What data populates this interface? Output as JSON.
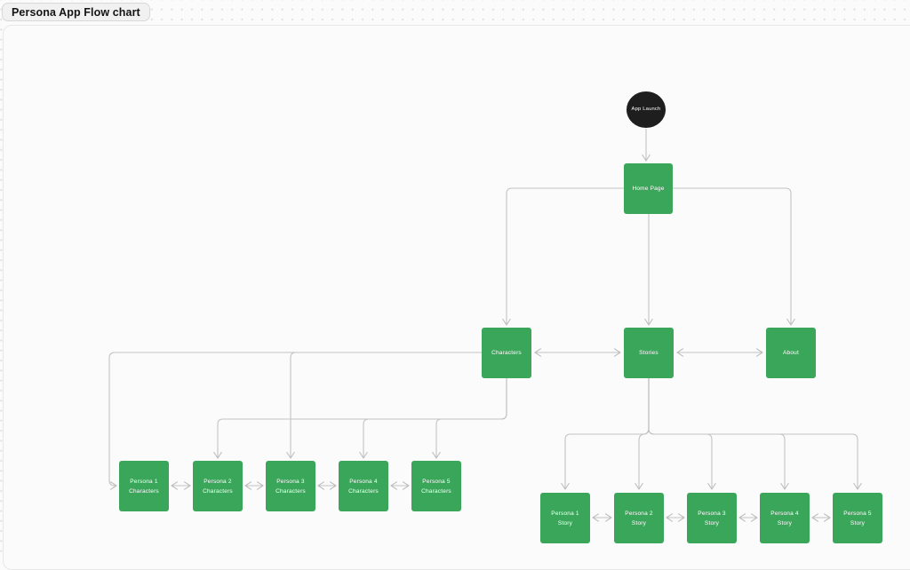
{
  "section": {
    "label": "Persona App Flow chart"
  },
  "colors": {
    "node_green": "#3aa65a",
    "node_black": "#1e1e1e",
    "node_text": "#ffffff",
    "connector_gray": "#bdbdbd",
    "canvas_background": "#fbfbfb",
    "section_border": "#e7e7e7",
    "chip_background": "#f1f1f1"
  },
  "nodes": {
    "app_launch": {
      "label": "App Launch"
    },
    "home_page": {
      "label": "Home Page"
    },
    "characters": {
      "label": "Characters"
    },
    "stories": {
      "label": "Stories"
    },
    "about": {
      "label": "About"
    },
    "persona1_characters": {
      "label": "Persona 1\nCharacters"
    },
    "persona2_characters": {
      "label": "Persona 2\nCharacters"
    },
    "persona3_characters": {
      "label": "Persona 3\nCharacters"
    },
    "persona4_characters": {
      "label": "Persona 4\nCharacters"
    },
    "persona5_characters": {
      "label": "Persona 5\nCharacters"
    },
    "persona1_story": {
      "label": "Persona 1\nStory"
    },
    "persona2_story": {
      "label": "Persona 2\nStory"
    },
    "persona3_story": {
      "label": "Persona 3\nStory"
    },
    "persona4_story": {
      "label": "Persona 4\nStory"
    },
    "persona5_story": {
      "label": "Persona 5\nStory"
    }
  },
  "edges": [
    {
      "from": "App Launch",
      "to": "Home Page",
      "style": "arrow"
    },
    {
      "from": "Home Page",
      "to": "Characters",
      "style": "arrow"
    },
    {
      "from": "Home Page",
      "to": "Stories",
      "style": "arrow"
    },
    {
      "from": "Home Page",
      "to": "About",
      "style": "arrow"
    },
    {
      "from": "Characters",
      "to": "Stories",
      "style": "double-arrow"
    },
    {
      "from": "Stories",
      "to": "About",
      "style": "double-arrow"
    },
    {
      "from": "Characters",
      "to": "Persona 1 Characters",
      "style": "arrow"
    },
    {
      "from": "Characters",
      "to": "Persona 2 Characters",
      "style": "arrow"
    },
    {
      "from": "Characters",
      "to": "Persona 3 Characters",
      "style": "arrow"
    },
    {
      "from": "Characters",
      "to": "Persona 4 Characters",
      "style": "arrow"
    },
    {
      "from": "Characters",
      "to": "Persona 5 Characters",
      "style": "arrow"
    },
    {
      "from": "Stories",
      "to": "Persona 1 Story",
      "style": "arrow"
    },
    {
      "from": "Stories",
      "to": "Persona 2 Story",
      "style": "arrow"
    },
    {
      "from": "Stories",
      "to": "Persona 3 Story",
      "style": "arrow"
    },
    {
      "from": "Stories",
      "to": "Persona 4 Story",
      "style": "arrow"
    },
    {
      "from": "Persona 1 Characters",
      "to": "Persona 2 Characters",
      "style": "double-arrow"
    },
    {
      "from": "Persona 2 Characters",
      "to": "Persona 3 Characters",
      "style": "double-arrow"
    },
    {
      "from": "Persona 3 Characters",
      "to": "Persona 4 Characters",
      "style": "double-arrow"
    },
    {
      "from": "Persona 4 Characters",
      "to": "Persona 5 Characters",
      "style": "double-arrow"
    },
    {
      "from": "Persona 1 Story",
      "to": "Persona 2 Story",
      "style": "double-arrow"
    },
    {
      "from": "Persona 2 Story",
      "to": "Persona 3 Story",
      "style": "double-arrow"
    },
    {
      "from": "Persona 3 Story",
      "to": "Persona 4 Story",
      "style": "double-arrow"
    },
    {
      "from": "Persona 4 Story",
      "to": "Persona 5 Story",
      "style": "double-arrow"
    },
    {
      "from": "Stories",
      "to": "Persona 5 Story",
      "style": "arrow"
    }
  ]
}
